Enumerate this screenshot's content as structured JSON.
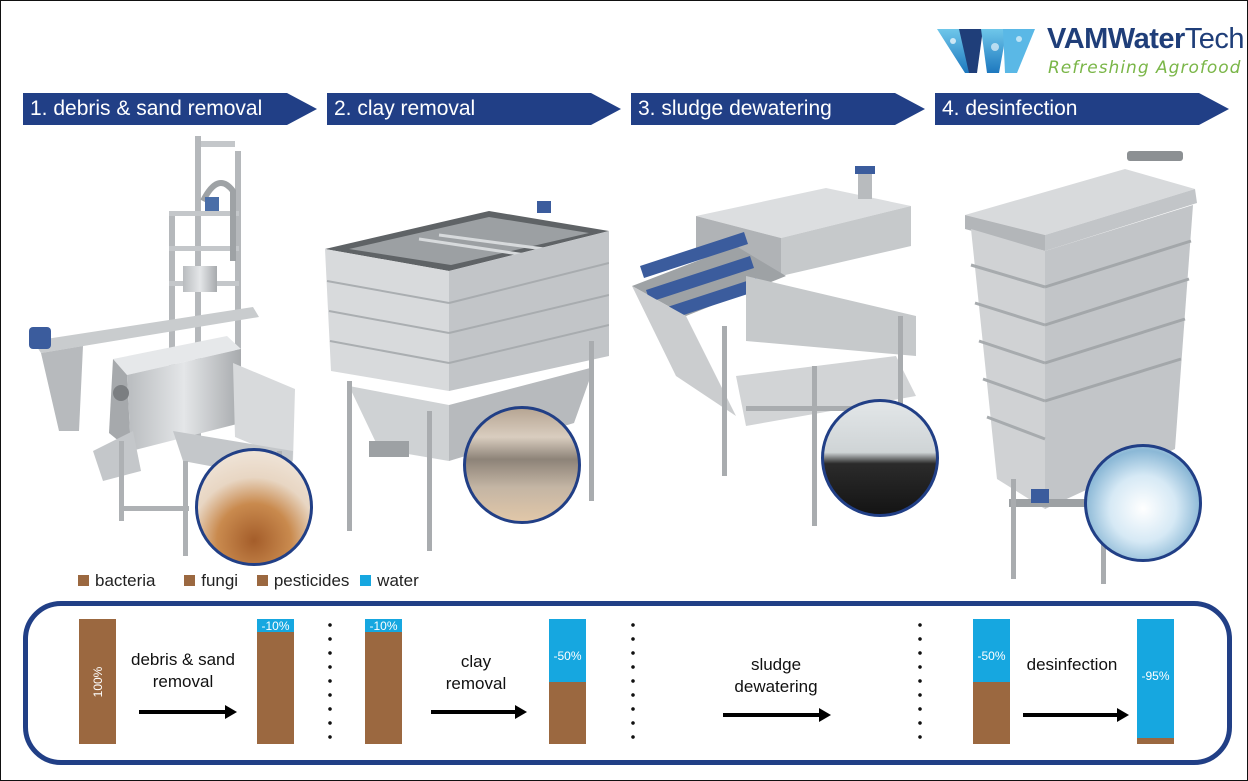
{
  "logo": {
    "name_bold": "VAM",
    "name_rest1": "Water",
    "name_rest2": "Tech",
    "tagline": "Refreshing Agrofood"
  },
  "steps": [
    {
      "label": "1. debris & sand removal"
    },
    {
      "label": "2. clay removal"
    },
    {
      "label": "3. sludge dewatering"
    },
    {
      "label": "4. desinfection"
    }
  ],
  "legend": [
    {
      "label": "bacteria",
      "color": "#9b6840"
    },
    {
      "label": "fungi",
      "color": "#9b6840"
    },
    {
      "label": "pesticides",
      "color": "#9b6840"
    },
    {
      "label": "water",
      "color": "#16a7e0"
    }
  ],
  "process": {
    "stages": [
      {
        "label_line1": "debris & sand",
        "label_line2": "removal"
      },
      {
        "label_line1": "clay",
        "label_line2": "removal"
      },
      {
        "label_line1": "sludge",
        "label_line2": "dewatering"
      },
      {
        "label_line1": "desinfection",
        "label_line2": ""
      }
    ],
    "bars": [
      {
        "label": "100%",
        "water_fraction": 0.0
      },
      {
        "label": "-10%",
        "water_fraction": 0.1
      },
      {
        "label": "-10%",
        "water_fraction": 0.1
      },
      {
        "label": "-50%",
        "water_fraction": 0.5
      },
      {
        "label": "-50%",
        "water_fraction": 0.5
      },
      {
        "label": "-95%",
        "water_fraction": 0.95
      }
    ]
  },
  "colors": {
    "brand_blue": "#213f86",
    "contaminant_brown": "#9b6840",
    "water_blue": "#16a7e0",
    "logo_green": "#7ab648"
  }
}
